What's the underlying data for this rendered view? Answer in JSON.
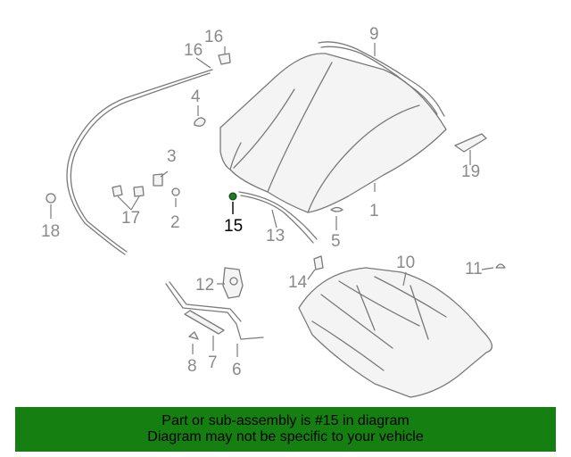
{
  "diagram": {
    "callouts": [
      "1",
      "2",
      "3",
      "4",
      "5",
      "6",
      "7",
      "8",
      "9",
      "10",
      "11",
      "12",
      "13",
      "14",
      "15",
      "16",
      "16",
      "17",
      "18",
      "19"
    ],
    "highlighted_callout": "15",
    "highlight_color": "#1f7a2a"
  },
  "banner": {
    "line1": "Part or sub-assembly is #15 in diagram",
    "line2": "Diagram may not be specific to your vehicle",
    "background": "#167f11"
  }
}
